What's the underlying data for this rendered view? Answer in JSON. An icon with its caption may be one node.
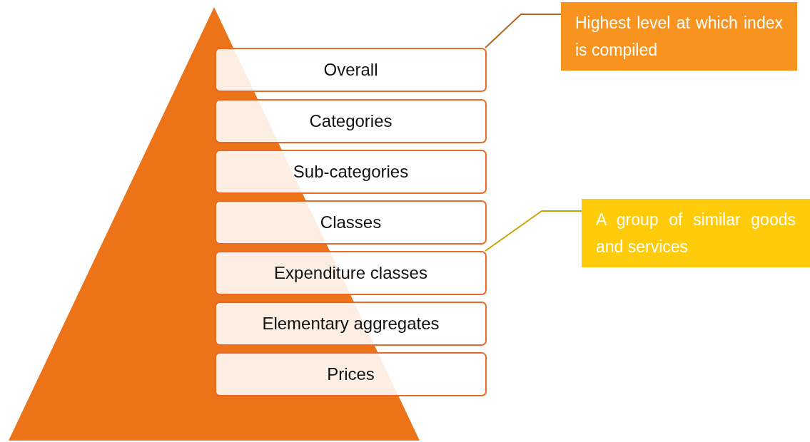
{
  "diagram": {
    "nodes": [
      {
        "text": [
          "Overall"
        ]
      },
      {
        "text": [
          "Categories"
        ]
      },
      {
        "text": [
          "Sub-categories"
        ]
      },
      {
        "text": [
          "Classes"
        ]
      },
      {
        "text": [
          "Expenditure classes"
        ]
      },
      {
        "text": [
          "Elementary aggregates"
        ]
      },
      {
        "text": [
          "Prices"
        ]
      },
      {
        "text": [
          "Highest level at which index is compiled"
        ]
      },
      {
        "text": [
          "A group of similar goods and services"
        ]
      }
    ],
    "edges": [
      {
        "from": 7,
        "to": 0,
        "arrow": "none",
        "color": "#b3651e"
      },
      {
        "from": 8,
        "to": 4,
        "arrow": "none",
        "color": "#c9a400"
      }
    ]
  }
}
